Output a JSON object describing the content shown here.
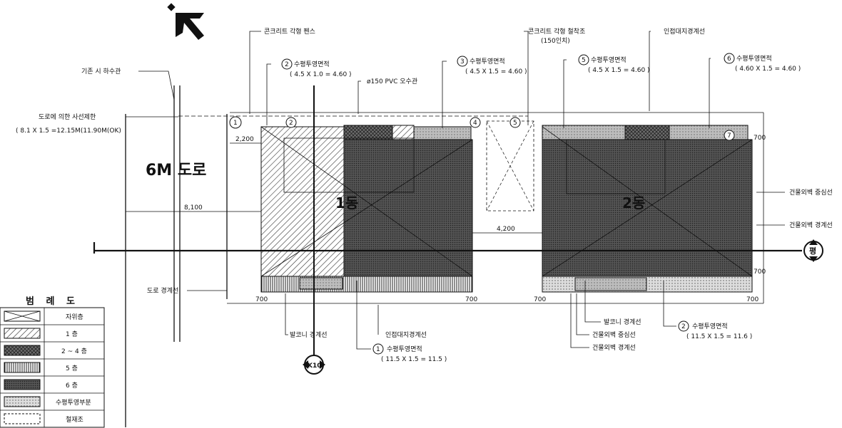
{
  "road": {
    "label": "6M 도로",
    "dimension_8100": "8,100",
    "dimension_2200": "2,200",
    "dimension_4200": "4,200",
    "dim_700": "700"
  },
  "notes": {
    "concrete_fence": "콘크리트 각형 펜스",
    "concrete_fence_2": "콘크리트 각형 철착조",
    "concrete_fence_2_sub": "(150인치)",
    "neighbor_line_top": "인접대지경계선",
    "drain_pipe": "ø150 PVC 오수관",
    "sewer": "기존 시 하수관",
    "sight_limit": "도로에 의한 사선제한",
    "sight_limit_calc": "( 8.1 X 1.5 =12.15M(11.90M(OK)",
    "road_boundary": "도로 경계선",
    "balcony_line_left": "발코니 경계선",
    "neighbor_line_bottom": "인접대지경계선",
    "balcony_line_right": "발코니 경계선",
    "outer_wall_center_bottom": "건물외벽 중심선",
    "outer_wall_boundary_bottom": "건물외벽 경계선",
    "outer_wall_center_right": "건물외벽 중심선",
    "outer_wall_boundary_right": "건물외벽 경계선"
  },
  "callouts": {
    "c1": {
      "num": "1",
      "title": "수평투영면적",
      "formula": "( 11.5 X 1.5 = 11.5 )"
    },
    "c2_top": {
      "num": "2",
      "title": "수평투영면적",
      "formula": "( 4.5 X 1.0 = 4.60 )"
    },
    "c2_bottom": {
      "num": "2",
      "title": "수평투영면적",
      "formula": "( 11.5 X 1.5 = 11.6 )"
    },
    "c3": {
      "num": "3",
      "title": "수평투영면적",
      "formula": "( 4.5 X 1.5 = 4.60 )"
    },
    "c5": {
      "num": "5",
      "title": "수평투영면적",
      "formula": "( 4.5 X 1.5 = 4.60 )"
    },
    "c6": {
      "num": "6",
      "title": "수평투영면적",
      "formula": "( 4.60 X 1.5 = 4.60 )"
    }
  },
  "plan_markers": [
    "1",
    "2",
    "4",
    "5",
    "7"
  ],
  "building_labels": {
    "left": "1동",
    "right": "2동"
  },
  "section_markers": {
    "bottom": "K10",
    "right": "평"
  },
  "legend": {
    "title": "범 례 도",
    "items": [
      {
        "label": "자위층",
        "pattern": "cross"
      },
      {
        "label": "1  층",
        "pattern": "diag"
      },
      {
        "label": "2 ~ 4 층",
        "pattern": "cross-hatch"
      },
      {
        "label": "5  층",
        "pattern": "vertical"
      },
      {
        "label": "6  층",
        "pattern": "dense"
      },
      {
        "label": "수평투영부분",
        "pattern": "dots"
      },
      {
        "label": "철재조",
        "pattern": "dashbox"
      }
    ]
  }
}
